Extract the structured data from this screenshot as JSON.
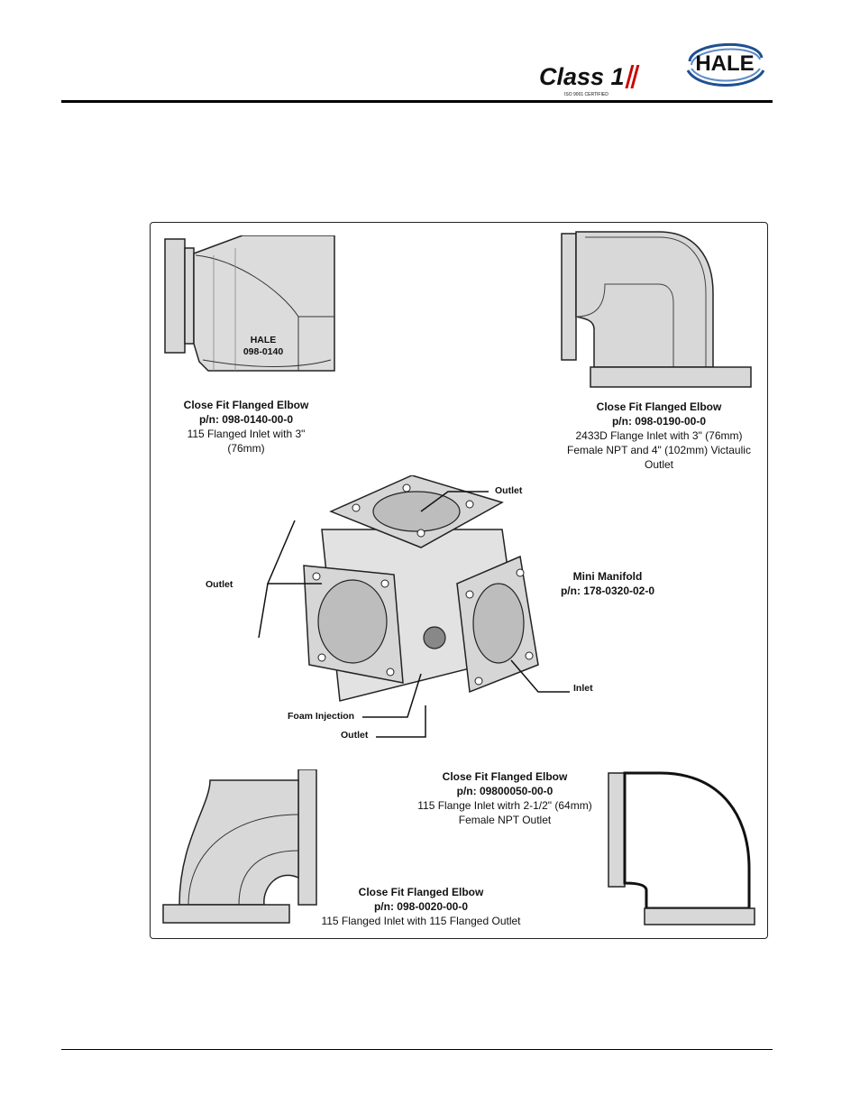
{
  "header": {
    "class1_logo": {
      "text": "Class 1",
      "subtext": "ISO 9001 CERTIFIED"
    },
    "hale_logo": {
      "text": "HALE"
    }
  },
  "colors": {
    "part_fill": "#d8d8d8",
    "line": "#222222",
    "bore_fill": "#bdbdbd"
  },
  "figure": {
    "part_top_left": {
      "stamp_brand": "HALE",
      "stamp_number": "098-0140",
      "title": "Close Fit Flanged Elbow",
      "pn": "p/n: 098-0140-00-0",
      "desc_1": "115 Flanged Inlet with 3\"",
      "desc_2": "(76mm)"
    },
    "part_top_right": {
      "title": "Close Fit Flanged Elbow",
      "pn": "p/n: 098-0190-00-0",
      "desc_1": "2433D Flange Inlet with 3\" (76mm)",
      "desc_2": "Female NPT and 4\" (102mm) Victaulic",
      "desc_3": "Outlet"
    },
    "manifold": {
      "title": "Mini Manifold",
      "pn": "p/n: 178-0320-02-0",
      "callouts": {
        "outlet_top": "Outlet",
        "outlet_left": "Outlet",
        "inlet": "Inlet",
        "foam_injection": "Foam Injection",
        "outlet_bottom": "Outlet"
      }
    },
    "part_bottom_right": {
      "title": "Close Fit Flanged Elbow",
      "pn": "p/n: 09800050-00-0",
      "desc_1": "115 Flange Inlet witrh 2-1/2\" (64mm)",
      "desc_2": "Female NPT Outlet"
    },
    "part_bottom_left": {
      "title": "Close Fit Flanged Elbow",
      "pn": "p/n: 098-0020-00-0",
      "desc_1": "115 Flanged Inlet with 115 Flanged Outlet"
    }
  }
}
